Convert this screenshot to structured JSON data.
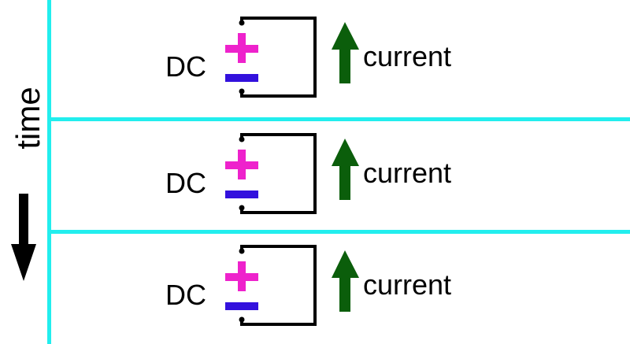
{
  "time_axis": {
    "label": "time",
    "arrow_icon": "arrow-down-icon"
  },
  "panels": [
    {
      "source_label": "DC",
      "current_label": "current",
      "arrow_icon": "arrow-up-icon"
    },
    {
      "source_label": "DC",
      "current_label": "current",
      "arrow_icon": "arrow-up-icon"
    },
    {
      "source_label": "DC",
      "current_label": "current",
      "arrow_icon": "arrow-up-icon"
    }
  ],
  "colors": {
    "divider": "#22eeee",
    "plus_terminal": "#ee22cc",
    "minus_terminal": "#3311dd",
    "current_arrow": "#0b5e0b",
    "wire": "#000000",
    "time_arrow": "#000000",
    "text": "#000000"
  }
}
